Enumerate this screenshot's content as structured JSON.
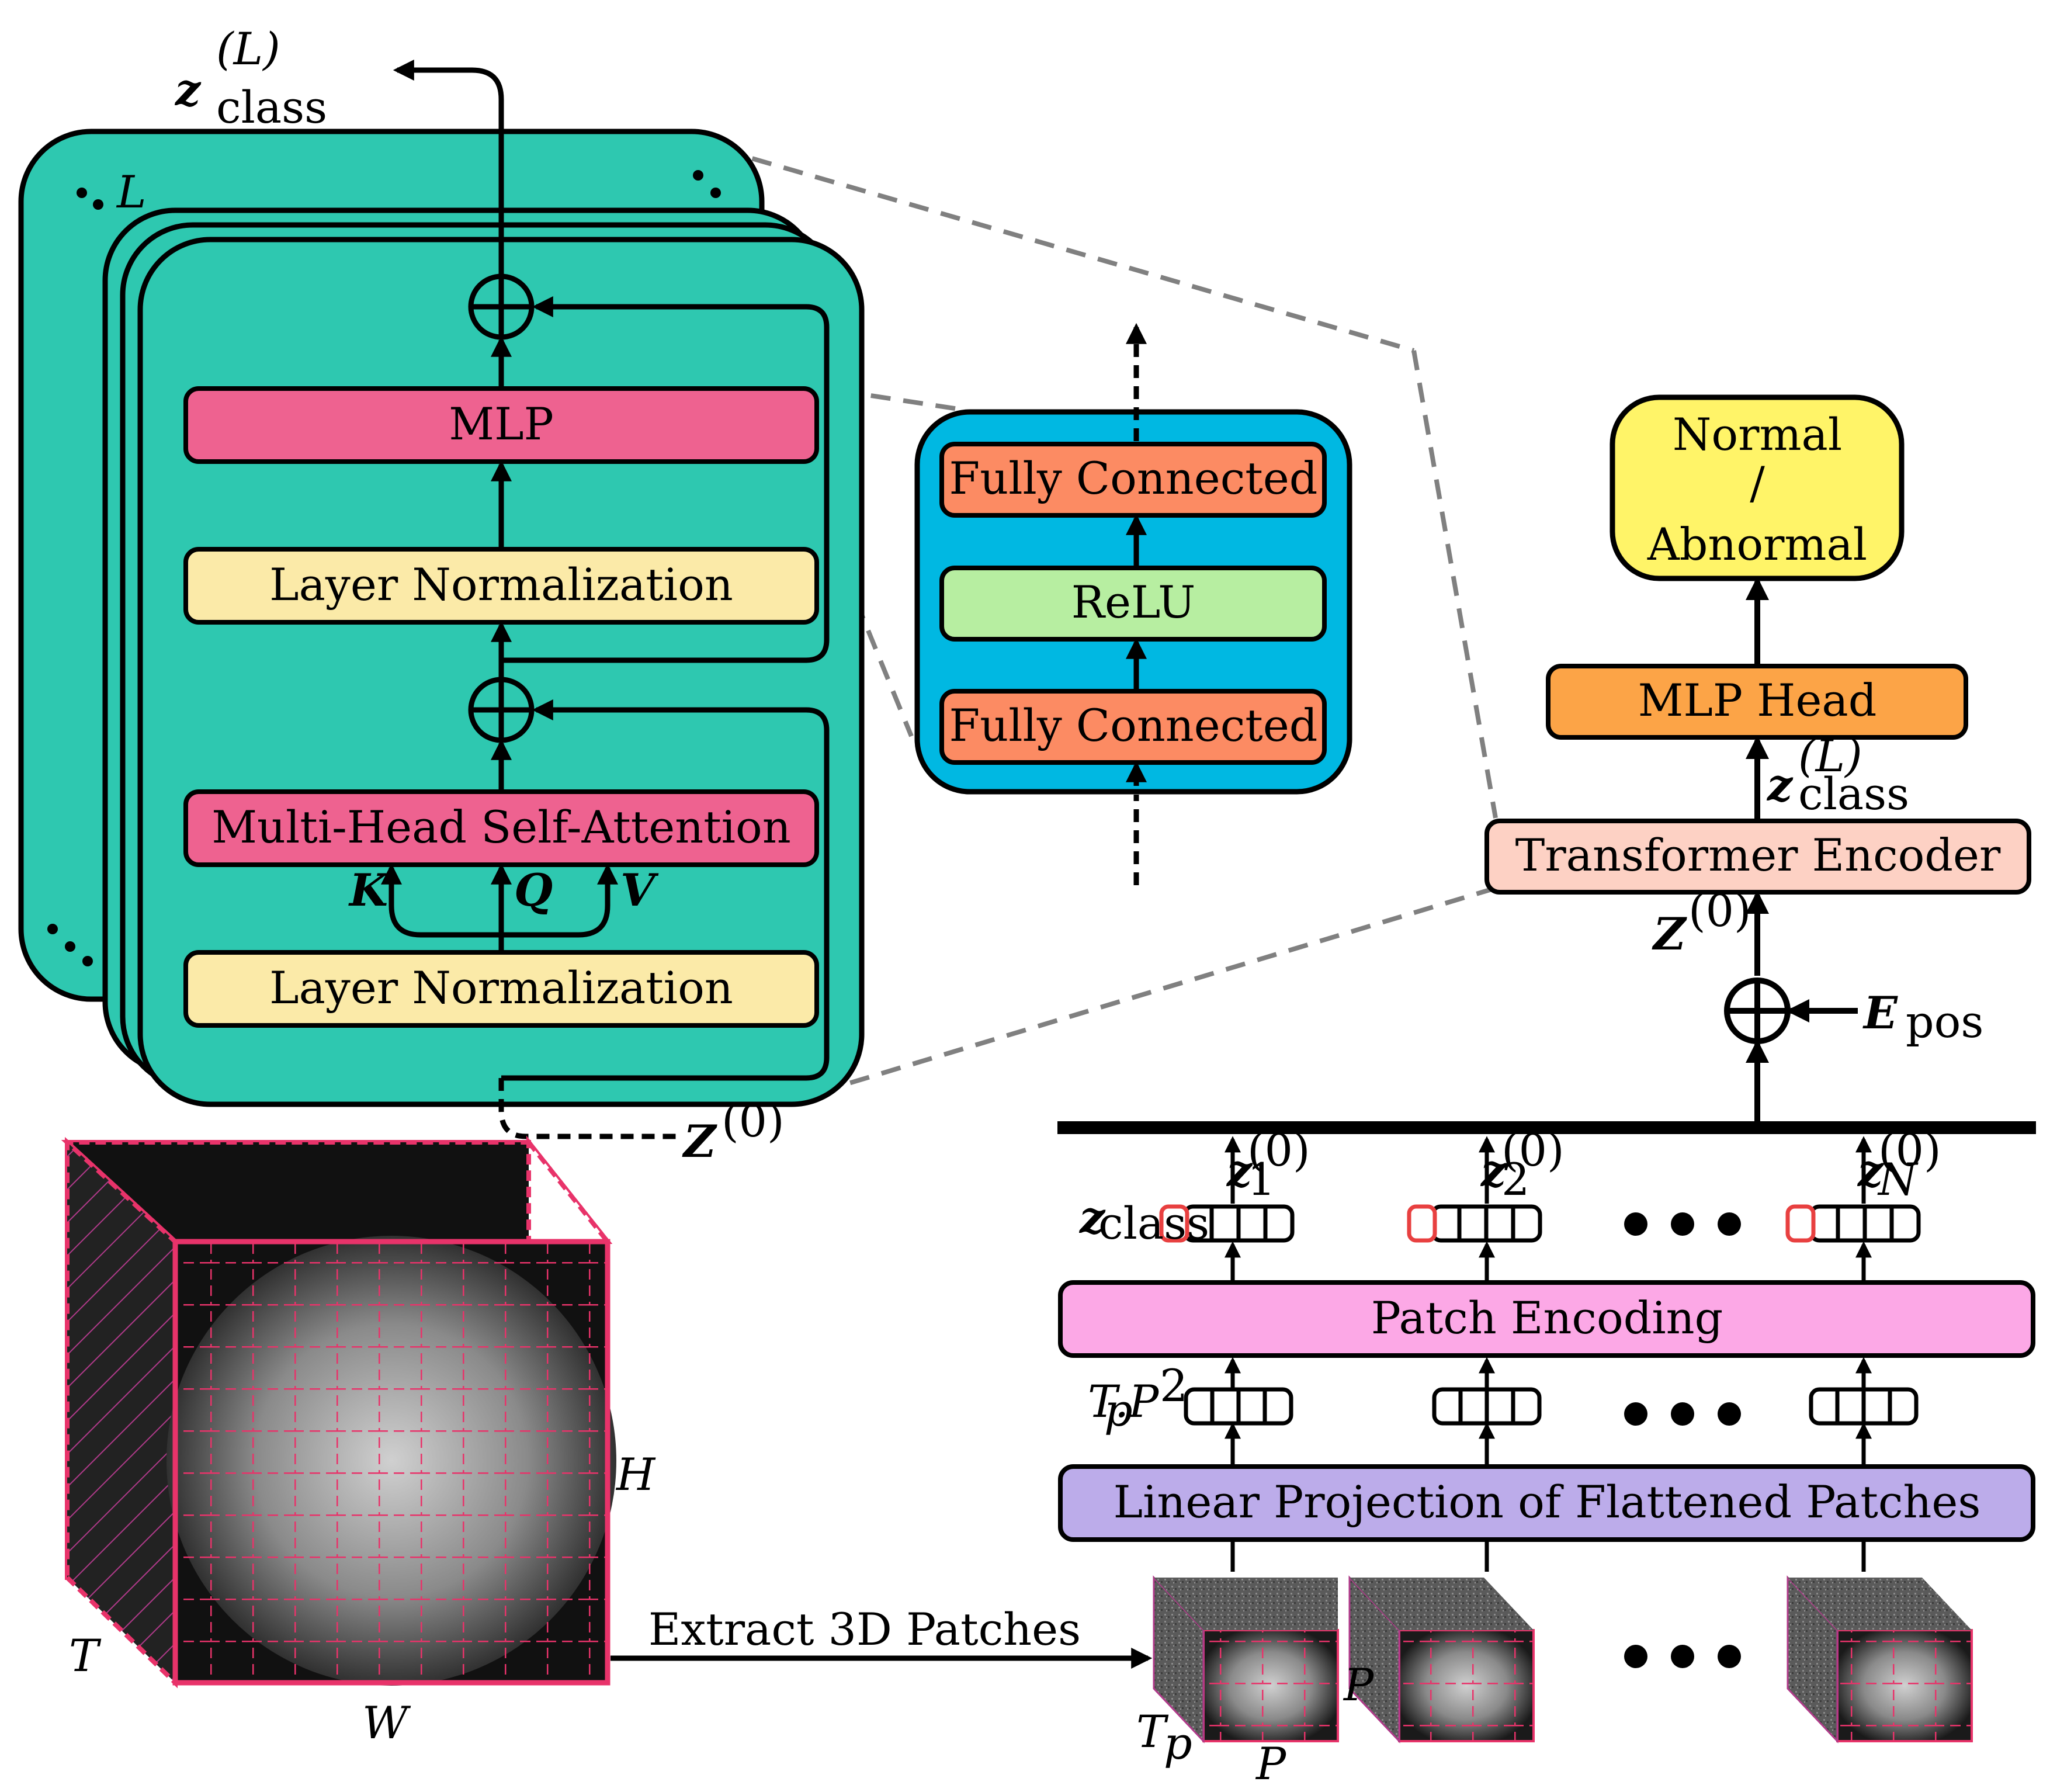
{
  "encoder_detail": {
    "output_symbol": "z",
    "output_superscript": "(L)",
    "output_subscript": "class",
    "stack_count_label": "L",
    "mlp_label": "MLP",
    "layer_norm_top_label": "Layer Normalization",
    "mhsa_label": "Multi-Head Self-Attention",
    "layer_norm_bottom_label": "Layer Normalization",
    "key_label": "K",
    "query_label": "Q",
    "value_label": "V",
    "input_symbol": "Z",
    "input_superscript": "(0)"
  },
  "mlp_detail": {
    "fc_top_label": "Fully Connected",
    "relu_label": "ReLU",
    "fc_bottom_label": "Fully Connected"
  },
  "pipeline": {
    "output_label_line1": "Normal",
    "output_label_line2": "/",
    "output_label_line3": "Abnormal",
    "mlp_head_label": "MLP Head",
    "zclass_symbol": "z",
    "zclass_superscript": "(L)",
    "zclass_subscript": "class",
    "transformer_encoder_label": "Transformer Encoder",
    "z0_symbol": "Z",
    "z0_superscript": "(0)",
    "epos_symbol": "E",
    "epos_subscript": "pos",
    "token_z1_sup": "(0)",
    "token_z1_sub": "1",
    "token_z2_sup": "(0)",
    "token_z2_sub": "2",
    "token_zn_sup": "(0)",
    "token_zn_sub": "N",
    "class_token_symbol": "z",
    "class_token_subscript": "class",
    "patch_encoding_label": "Patch Encoding",
    "flatten_dim_label": "T",
    "flatten_dim_sub": "p",
    "flatten_dim_rest": ".P",
    "flatten_dim_sup": "2",
    "linear_projection_label": "Linear Projection of Flattened Patches",
    "extract_label": "Extract 3D Patches",
    "patch_p_right": "P",
    "patch_p_bottom": "P",
    "patch_tp": "T",
    "patch_tp_sub": "p"
  },
  "volume": {
    "height_label": "H",
    "width_label": "W",
    "time_label": "T"
  },
  "colors": {
    "encoder_teal": "#2ec8b0",
    "mlp_pink": "#ee6290",
    "layernorm_cream": "#fbeaa8",
    "mlp_container_blue": "#00b8e2",
    "fully_connected_orange": "#fc8b63",
    "relu_green": "#b7eea1",
    "output_yellow": "#fff468",
    "mlp_head_orange": "#fca447",
    "transformer_peach": "#fdd1c4",
    "patch_encoding_pink": "#fca8e6",
    "linear_projection_purple": "#bcacea",
    "grid_red": "#e8336a",
    "class_token_red": "#e84040"
  }
}
